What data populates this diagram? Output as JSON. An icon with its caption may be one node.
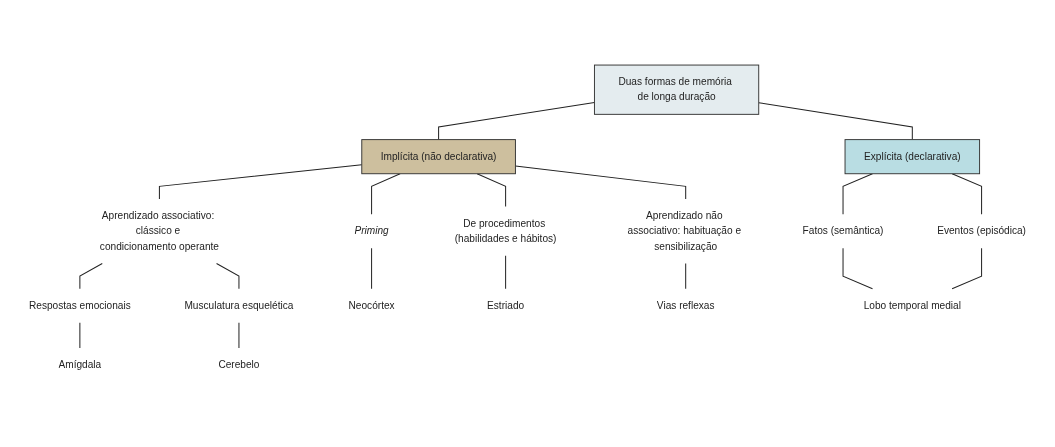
{
  "diagram": {
    "nodes": [
      {
        "text": [
          "Duas formas de memória de longa duração"
        ]
      },
      {
        "text": [
          "Implícita (não declarativa)"
        ]
      },
      {
        "text": [
          "Explícita (declarativa)"
        ]
      },
      {
        "text": [
          "Priming"
        ]
      },
      {
        "text": [
          "De procedimentos (habilidades e hábitos)"
        ]
      },
      {
        "text": [
          "Aprendizado associativo: clássico e condicionamento operante"
        ]
      },
      {
        "text": [
          "Aprendizado não associativo: habituação e sensibilização"
        ]
      },
      {
        "text": [
          "Fatos (semântica)"
        ]
      },
      {
        "text": [
          "Eventos (episódica)"
        ]
      },
      {
        "text": [
          "Respostas emocionais"
        ]
      },
      {
        "text": [
          "Musculatura esquelética"
        ]
      },
      {
        "text": [
          "Neocórtex"
        ]
      },
      {
        "text": [
          "Estriado"
        ]
      },
      {
        "text": [
          "Amígdala"
        ]
      },
      {
        "text": [
          "Cerebelo"
        ]
      },
      {
        "text": [
          "Vias reflexas"
        ]
      },
      {
        "text": [
          "Lobo temporal medial"
        ]
      }
    ],
    "edges": [
      {
        "from": 0,
        "to": 1,
        "arrow": "none"
      },
      {
        "from": 0,
        "to": 2,
        "arrow": "none"
      },
      {
        "from": 1,
        "to": 3,
        "arrow": "none"
      },
      {
        "from": 1,
        "to": 4,
        "arrow": "none"
      },
      {
        "from": 1,
        "to": 5,
        "arrow": "none"
      },
      {
        "from": 1,
        "to": 6,
        "arrow": "none"
      },
      {
        "from": 2,
        "to": 7,
        "arrow": "none"
      },
      {
        "from": 2,
        "to": 8,
        "arrow": "none"
      },
      {
        "from": 5,
        "to": 9,
        "arrow": "none"
      },
      {
        "from": 5,
        "to": 10,
        "arrow": "none"
      },
      {
        "from": 3,
        "to": 11,
        "arrow": "none"
      },
      {
        "from": 4,
        "to": 12,
        "arrow": "none"
      },
      {
        "from": 9,
        "to": 13,
        "arrow": "none"
      },
      {
        "from": 10,
        "to": 14,
        "arrow": "none"
      },
      {
        "from": 6,
        "to": 15,
        "arrow": "none"
      },
      {
        "from": 7,
        "to": 16,
        "arrow": "none"
      },
      {
        "from": 8,
        "to": 16,
        "arrow": "none"
      }
    ]
  }
}
